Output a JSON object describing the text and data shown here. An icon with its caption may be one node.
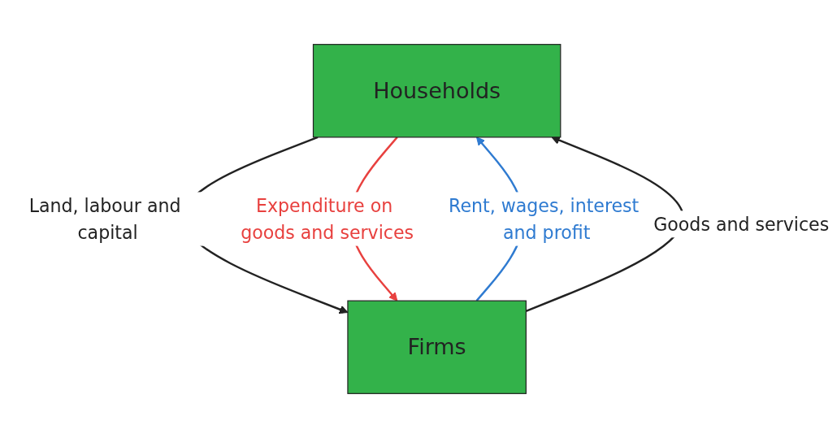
{
  "diagram": {
    "nodes": [
      {
        "text": [
          "Households"
        ]
      },
      {
        "text": [
          "Firms"
        ]
      }
    ],
    "edges": [
      {
        "from": 1,
        "to": 0,
        "arrow": "to",
        "label": "Rent, wages, interest and profit",
        "color": "#2f7bd1"
      },
      {
        "from": 0,
        "to": 1,
        "arrow": "to",
        "label": "Land, labour and capital"
      },
      {
        "from": 1,
        "to": 0,
        "arrow": "to",
        "label": "Goods and services"
      },
      {
        "from": 0,
        "to": 1,
        "arrow": "to",
        "label": "Expenditure on goods and services",
        "color": "#e8413f"
      }
    ]
  }
}
